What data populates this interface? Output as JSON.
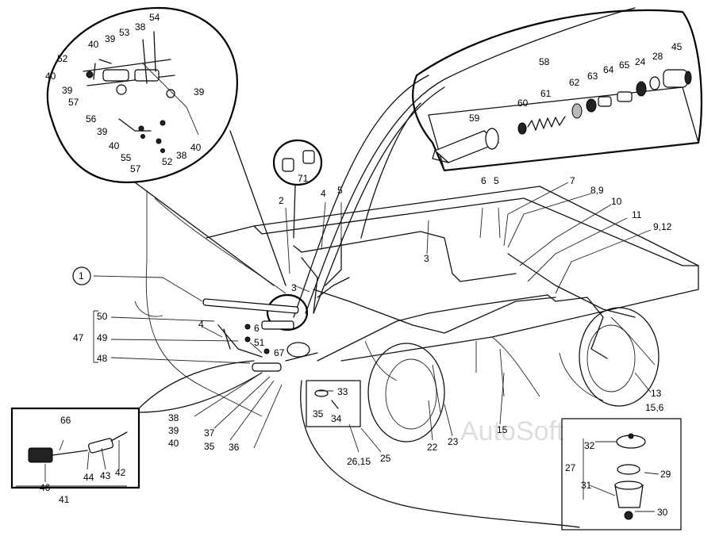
{
  "watermark": "AutoSoft",
  "labels": {
    "n54": "54",
    "n38a": "38",
    "n53": "53",
    "n39a": "39",
    "n40a": "40",
    "n52a": "52",
    "n40b": "40",
    "n39b": "39",
    "n57a": "57",
    "n39c": "39",
    "n56": "56",
    "n39d": "39",
    "n40c": "40",
    "n55": "55",
    "n57b": "57",
    "n52b": "52",
    "n38b": "38",
    "n40d": "40",
    "n58": "58",
    "n45": "45",
    "n28": "28",
    "n24": "24",
    "n65": "65",
    "n64": "64",
    "n63": "63",
    "n62": "62",
    "n61": "61",
    "n60": "60",
    "n59": "59",
    "n71": "71",
    "n2": "2",
    "n4": "4",
    "n5a": "5",
    "n6": "6",
    "n5b": "5",
    "n7": "7",
    "n89": "8,9",
    "n10": "10",
    "n11": "11",
    "n912": "9,12",
    "n3a": "3",
    "n3b": "3",
    "n1": "1",
    "n50": "50",
    "n47": "47",
    "n49": "49",
    "n48": "48",
    "n4b": "4",
    "n6b": "6",
    "n51": "51",
    "n67": "67",
    "n33": "33",
    "n35a": "35",
    "n34": "34",
    "n13": "13",
    "n156": "15,6",
    "n15": "15",
    "n23": "23",
    "n22": "22",
    "n25": "25",
    "n2615": "26,15",
    "n38c": "38",
    "n39e": "39",
    "n40e": "40",
    "n37": "37",
    "n35b": "35",
    "n36": "36",
    "n66": "66",
    "n46": "46",
    "n44": "44",
    "n43": "43",
    "n42": "42",
    "n41": "41",
    "n32": "32",
    "n27": "27",
    "n29": "29",
    "n31": "31",
    "n30": "30"
  }
}
